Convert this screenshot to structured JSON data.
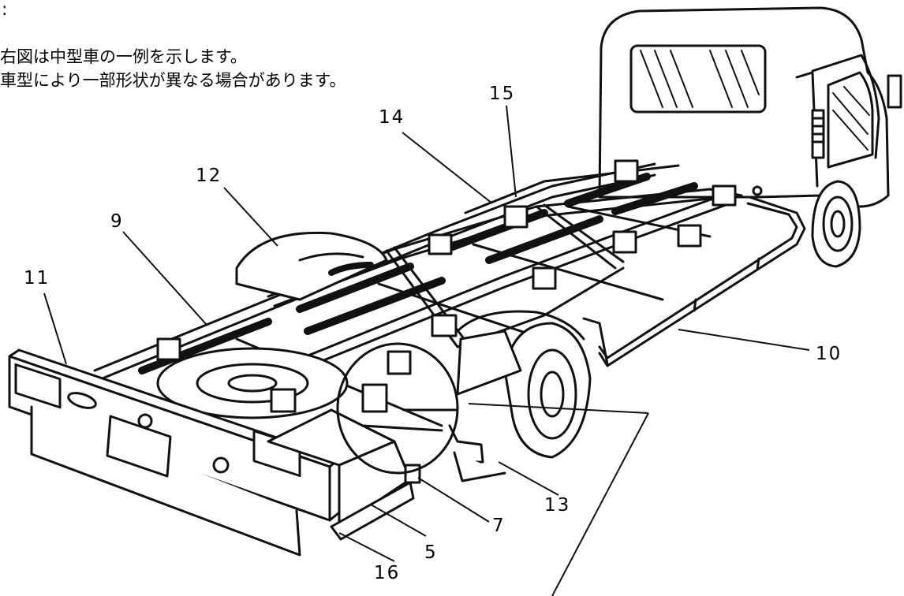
{
  "header": {
    "mark": ":",
    "line1": "右図は中型車の一例を示します。",
    "line2": "車型により一部形状が異なる場合があります。"
  },
  "callouts": {
    "c5": "5",
    "c7": "7",
    "c9": "9",
    "c10": "10",
    "c11": "11",
    "c12": "12",
    "c13": "13",
    "c14": "14",
    "c15": "15",
    "c16": "16"
  }
}
